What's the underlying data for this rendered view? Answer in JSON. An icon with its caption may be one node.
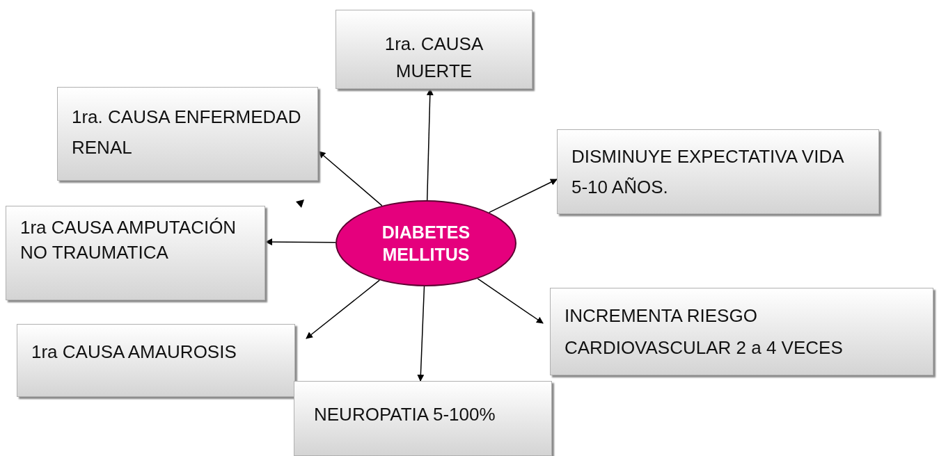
{
  "diagram": {
    "nodes": [
      {
        "text": [
          "1ra. CAUSA MUERTE"
        ]
      },
      {
        "text": [
          "1ra. CAUSA ENFERMEDAD RENAL"
        ]
      },
      {
        "text": [
          "DISMINUYE EXPECTATIVA VIDA 5-10 AÑOS."
        ]
      },
      {
        "text": [
          "1ra CAUSA AMPUTACIÓN NO TRAUMATICA"
        ]
      },
      {
        "text": [
          "DIABETES MELLITUS"
        ]
      },
      {
        "text": [
          "INCREMENTA RIESGO CARDIOVASCULAR 2 a 4 VECES"
        ]
      },
      {
        "text": [
          "1ra CAUSA AMAUROSIS"
        ]
      },
      {
        "text": [
          "NEUROPATIA 5-100%"
        ]
      }
    ],
    "edges": [
      {
        "from": 4,
        "to": 0,
        "arrow": "to"
      },
      {
        "from": 4,
        "to": 1,
        "arrow": "to"
      },
      {
        "from": 4,
        "to": 2,
        "arrow": "to"
      },
      {
        "from": 4,
        "to": 3,
        "arrow": "to"
      },
      {
        "from": 4,
        "to": 5,
        "arrow": "to"
      },
      {
        "from": 4,
        "to": 6,
        "arrow": "to"
      },
      {
        "from": 4,
        "to": 7,
        "arrow": "to"
      }
    ]
  }
}
